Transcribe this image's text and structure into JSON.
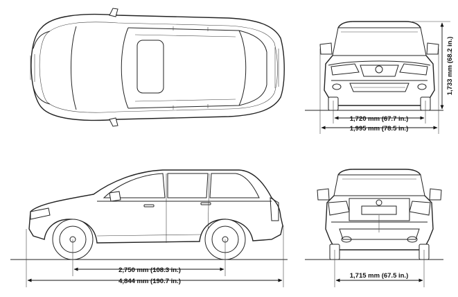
{
  "dimensions": {
    "front_track": "1,720 mm (67.7 in.)",
    "overall_width": "1,995 mm (78.5 in.)",
    "overall_height": "1,733 mm (68.2 in.)",
    "wheelbase": "2,750 mm (108.3 in.)",
    "overall_length": "4,844 mm (190.7 in.)",
    "rear_track": "1,715 mm (67.5 in.)"
  }
}
